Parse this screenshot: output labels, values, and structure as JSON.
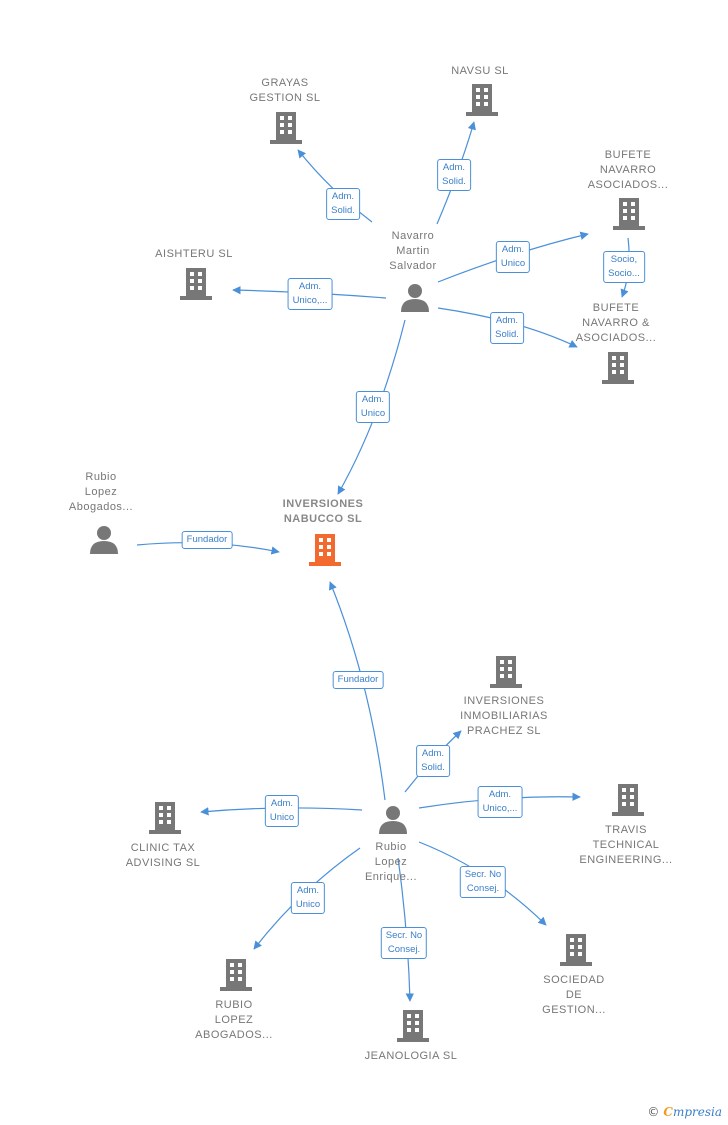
{
  "center": {
    "label": "INVERSIONES\nNABUCCO SL"
  },
  "people": {
    "navarro": "Navarro\nMartin\nSalvador",
    "rubio_top": "Rubio\nLopez\nAbogados...",
    "rubio_bottom": "Rubio\nLopez\nEnrique..."
  },
  "companies": {
    "grayas": "GRAYAS\nGESTION SL",
    "navsu": "NAVSU SL",
    "bufete1": "BUFETE\nNAVARRO\nASOCIADOS...",
    "aishteru": "AISHTERU SL",
    "bufete2": "BUFETE\nNAVARRO &\nASOCIADOS...",
    "inmob": "INVERSIONES\nINMOBILIARIAS\nPRACHEZ SL",
    "clinic": "CLINIC TAX\nADVISING SL",
    "travis": "TRAVIS\nTECHNICAL\nENGINEERING...",
    "rubio_abog": "RUBIO\nLOPEZ\nABOGADOS...",
    "jeanologia": "JEANOLOGIA SL",
    "sociedad": "SOCIEDAD\nDE\nGESTION..."
  },
  "edges": {
    "grayas": "Adm.\nSolid.",
    "navsu": "Adm.\nSolid.",
    "bufete1": "Adm.\nUnico",
    "bufete_link": "Socio,\nSocio...",
    "aishteru": "Adm.\nUnico,...",
    "bufete2": "Adm.\nSolid.",
    "navarro_center": "Adm.\nUnico",
    "rubio_top_center": "Fundador",
    "rubio_bottom_center": "Fundador",
    "inmob": "Adm.\nSolid.",
    "clinic": "Adm.\nUnico",
    "travis": "Adm.\nUnico,...",
    "sociedad": "Secr.  No\nConsej.",
    "rubio_abog": "Adm.\nUnico",
    "jeanologia": "Secr.  No\nConsej."
  },
  "footer": {
    "copyright": "©",
    "brand_e": "C",
    "brand_rest": "mpresia"
  },
  "colors": {
    "edge": "#4a90d9",
    "icon": "#777777",
    "focus": "#f26a2e"
  }
}
